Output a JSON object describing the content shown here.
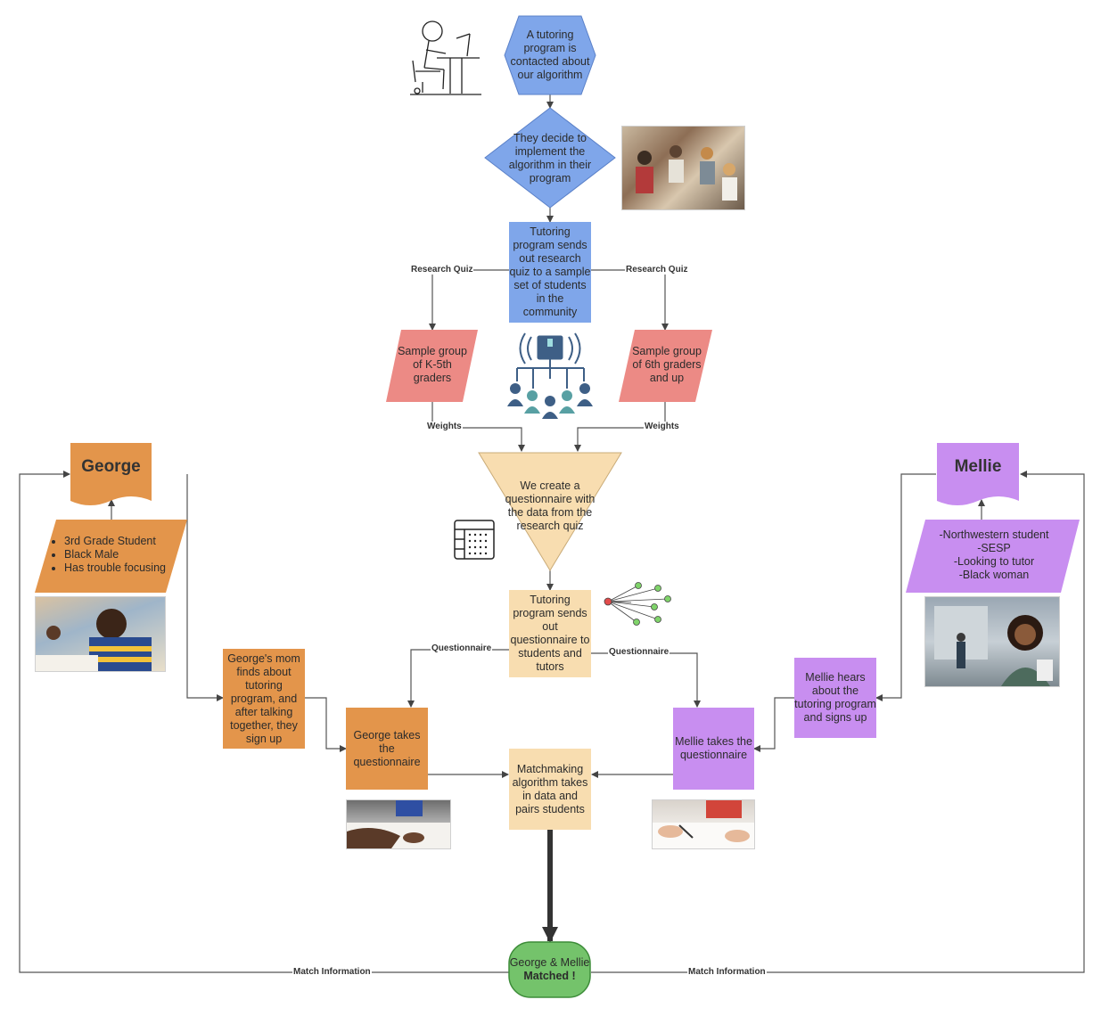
{
  "nodes": {
    "contact": "A tutoring program is contacted about our algorithm",
    "decide": "They decide to implement the algorithm in their program",
    "send_quiz": "Tutoring program sends out research quiz to a sample set of students in the community",
    "group_k5": "Sample group of K-5th graders",
    "group_6up": "Sample group of 6th graders and up",
    "create_q": "We create a questionnaire with the data from the research quiz",
    "send_q": "Tutoring program sends out questionnaire to students and tutors",
    "george_mom": "George's mom finds about tutoring program, and after talking together, they sign up",
    "george_takes": "George takes the questionnaire",
    "matchmaking": "Matchmaking algorithm takes in data and pairs students",
    "mellie_hears": "Mellie hears about the tutoring program and signs up",
    "mellie_takes": "Mellie takes the questionnaire",
    "matched_line1": "George & Mellie",
    "matched_line2": "Matched !"
  },
  "george": {
    "name": "George",
    "traits": [
      "3rd Grade Student",
      "Black Male",
      "Has trouble focusing"
    ]
  },
  "mellie": {
    "name": "Mellie",
    "traits": [
      "-Northwestern student",
      "-SESP",
      "-Looking to tutor",
      "-Black woman"
    ]
  },
  "edge_labels": {
    "research_quiz_left": "Research Quiz",
    "research_quiz_right": "Research Quiz",
    "weights_left": "Weights",
    "weights_right": "Weights",
    "questionnaire_left": "Questionnaire",
    "questionnaire_right": "Questionnaire",
    "match_info_left": "Match Information",
    "match_info_right": "Match Information"
  },
  "colors": {
    "blue": "#7fa6ea",
    "sand": "#f8ddb0",
    "orange": "#e3954b",
    "purple": "#c88ef0",
    "pink": "#ec8a85",
    "green": "#74c36b",
    "line": "#555555"
  },
  "icons": [
    "person-at-laptop-icon",
    "group-meeting-photo",
    "distribution-network-icon",
    "table-grid-icon",
    "network-nodes-icon",
    "child-studying-photo",
    "woman-student-photo",
    "writing-hands-photo"
  ]
}
